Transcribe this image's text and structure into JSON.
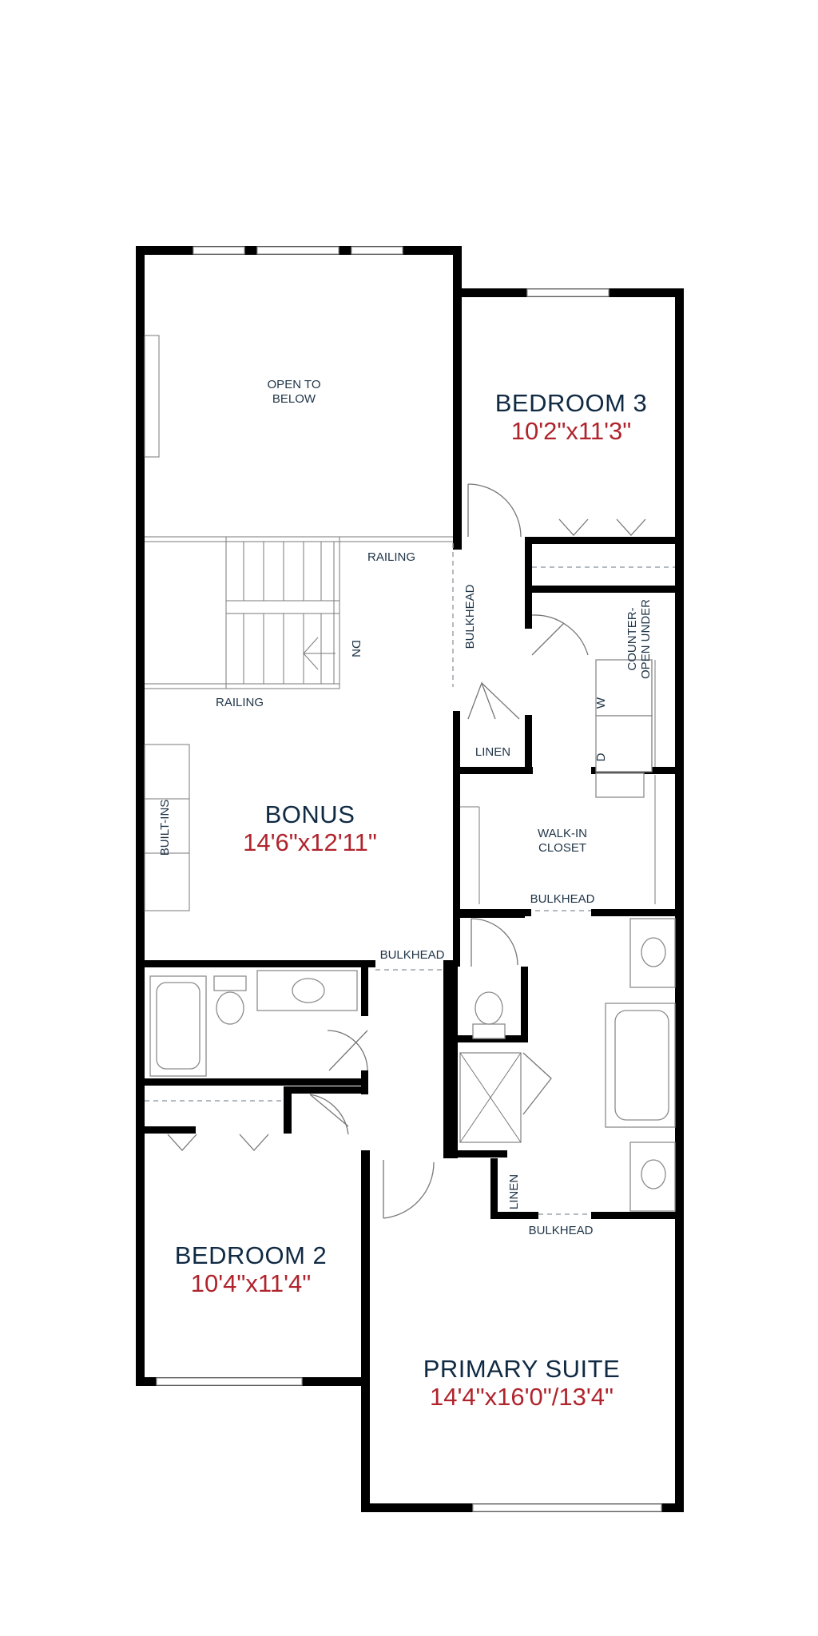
{
  "rooms": {
    "open_to_below": {
      "line1": "OPEN TO",
      "line2": "BELOW"
    },
    "bedroom3": {
      "name": "BEDROOM 3",
      "size": "10'2\"x11'3\""
    },
    "bonus": {
      "name": "BONUS",
      "size": "14'6\"x12'11\""
    },
    "bedroom2": {
      "name": "BEDROOM 2",
      "size": "10'4\"x11'4\""
    },
    "primary_suite": {
      "name": "PRIMARY SUITE",
      "size": "14'4\"x16'0\"/13'4\""
    },
    "walk_in_closet": {
      "line1": "WALK-IN",
      "line2": "CLOSET"
    }
  },
  "labels": {
    "railing_upper": "RAILING",
    "railing_lower": "RAILING",
    "down": "DN",
    "bulkhead_hall": "BULKHEAD",
    "bulkhead_closet": "BULKHEAD",
    "bulkhead_bonus": "BULKHEAD",
    "bulkhead_ensuite": "BULKHEAD",
    "linen_upper": "LINEN",
    "linen_lower": "LINEN",
    "built_ins": "BUILT-INS",
    "counter_line1": "COUNTER-",
    "counter_line2": "OPEN UNDER",
    "washer": "W",
    "dryer": "D"
  },
  "colors": {
    "wall": "#000000",
    "room_name": "#102a43",
    "dimension": "#b0242d",
    "annotation": "#1f3447"
  }
}
